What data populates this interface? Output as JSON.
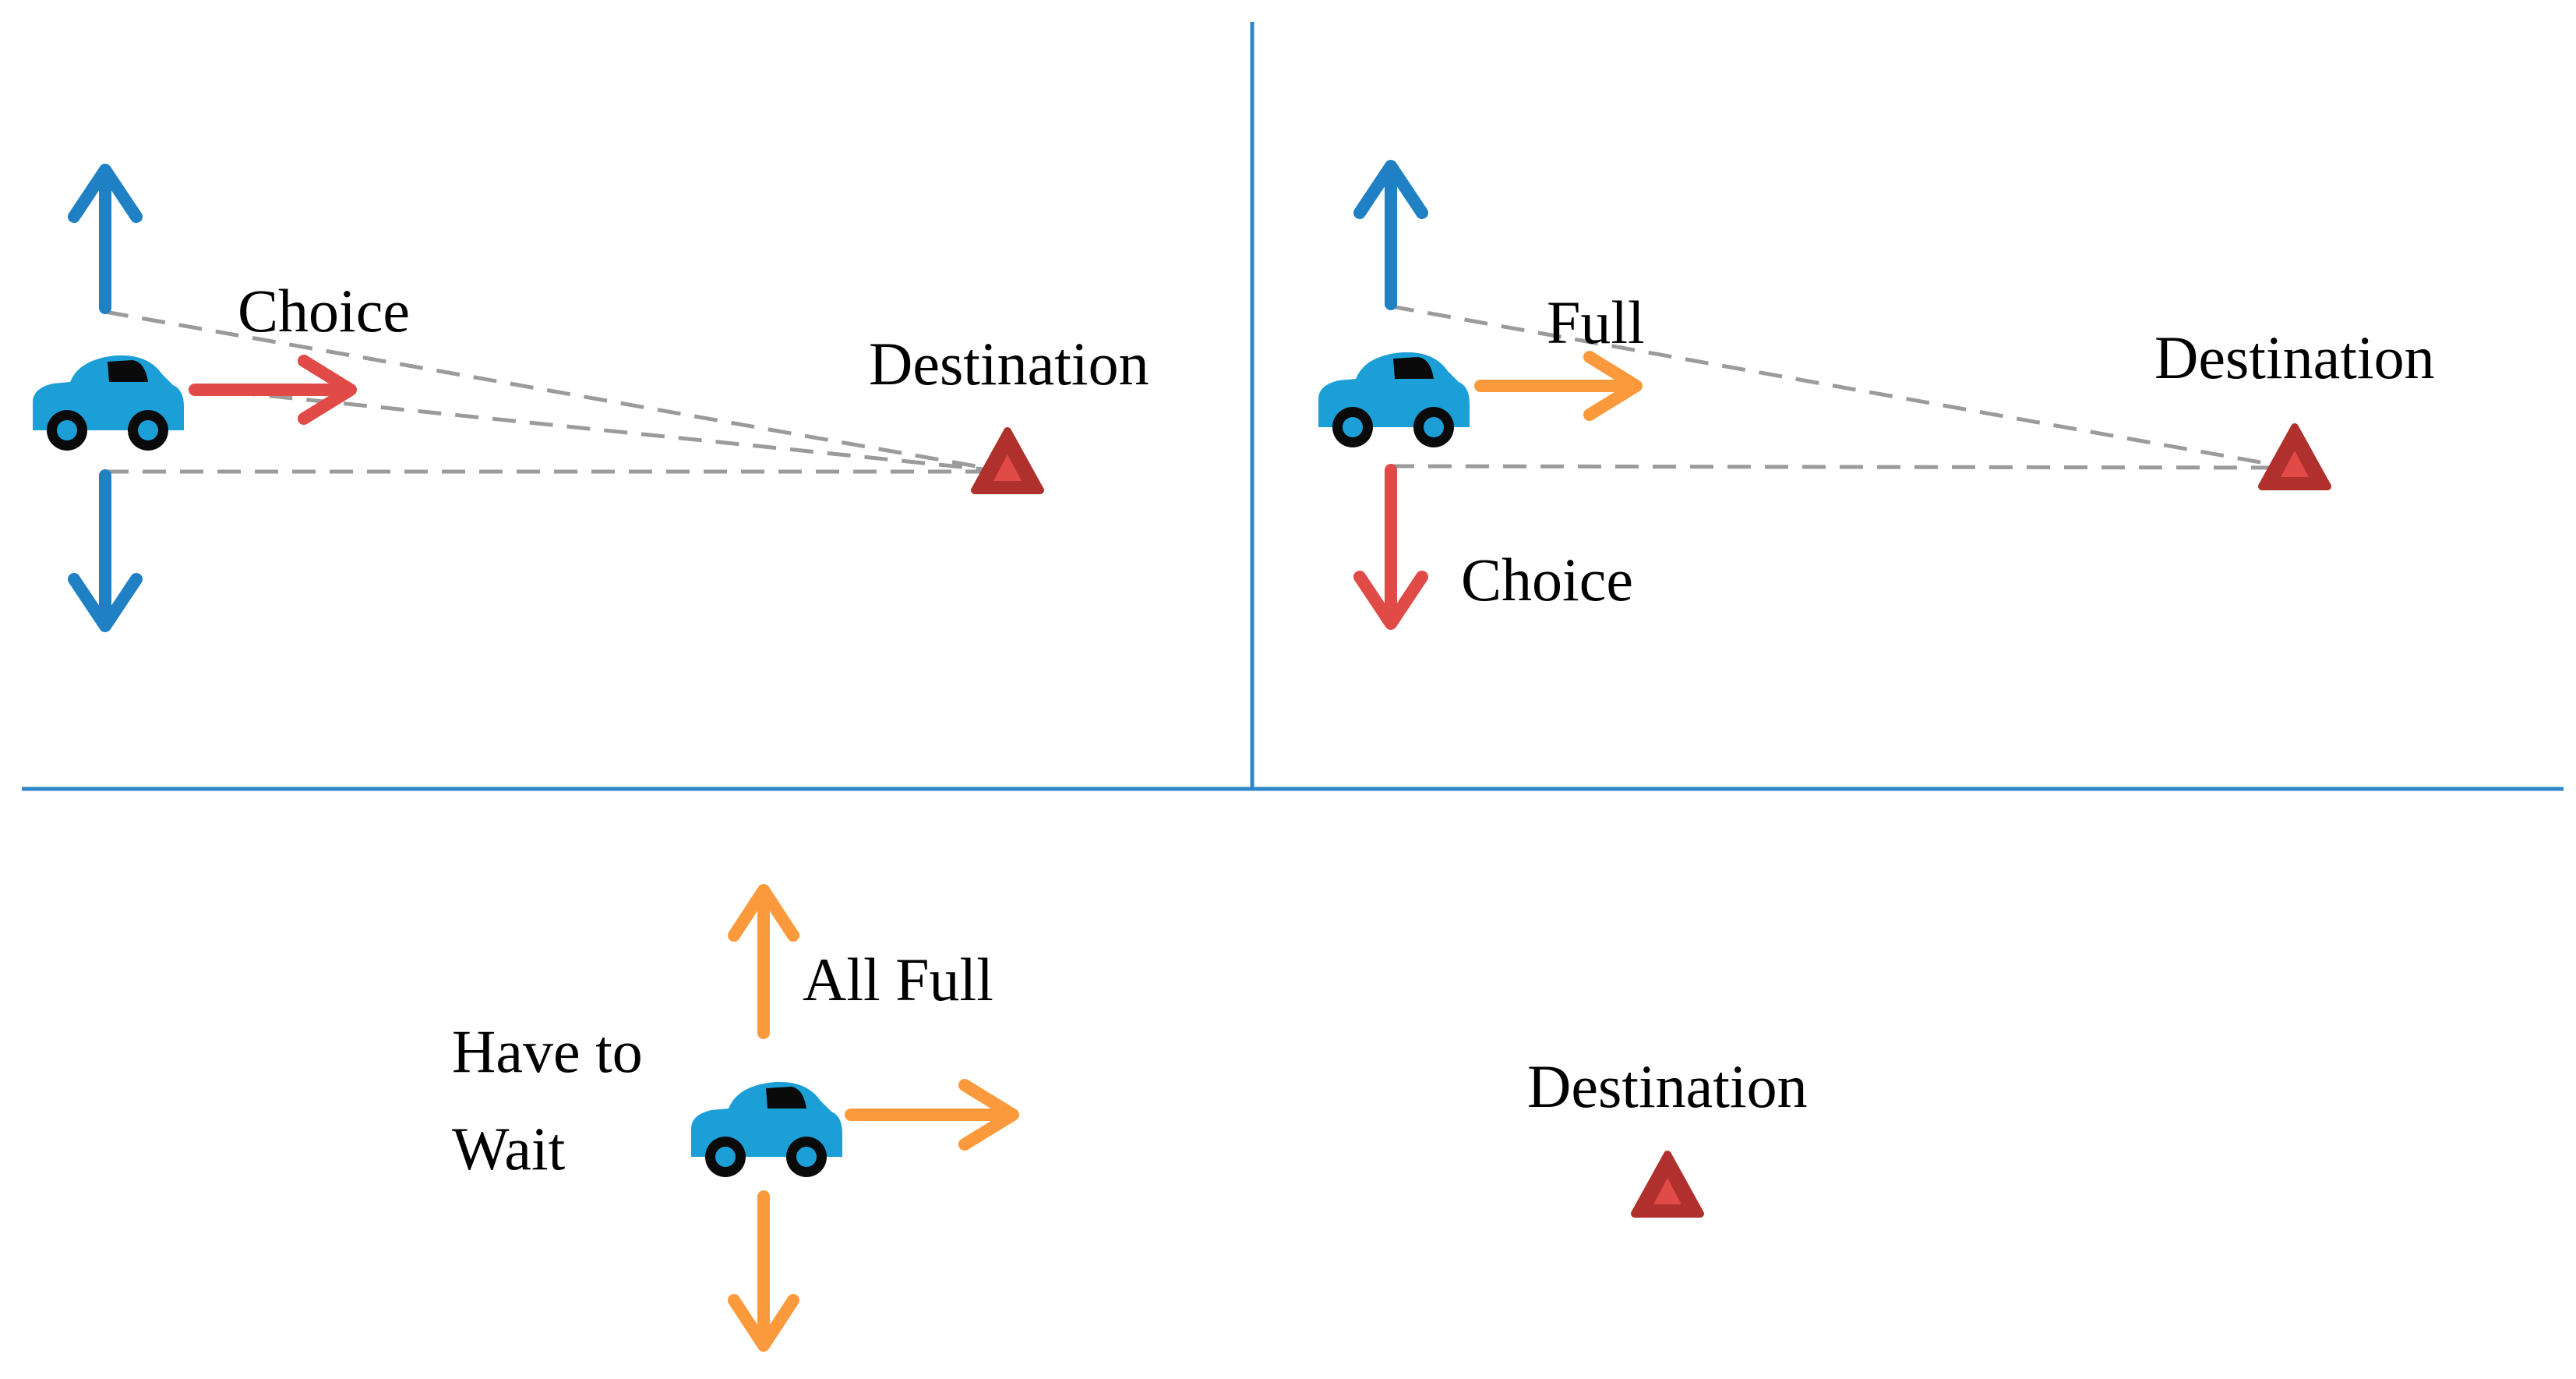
{
  "colors": {
    "divider": "#2e86c8",
    "blue_arrow": "#1f80c4",
    "red_arrow": "#e04a47",
    "orange_arrow": "#fb9a3c",
    "dashed_line": "#9b9b9b",
    "car_body": "#1c9fd7",
    "destination": "#b0302d"
  },
  "icons": {
    "vehicle": "car-icon",
    "destination": "triangle-marker-icon"
  },
  "panel_top_left": {
    "choice_label": "Choice",
    "destination_label": "Destination"
  },
  "panel_top_right": {
    "full_label": "Full",
    "choice_label": "Choice",
    "destination_label": "Destination"
  },
  "panel_bottom": {
    "all_full_label": "All Full",
    "wait_label_line1": "Have to",
    "wait_label_line2": "Wait",
    "destination_label": "Destination"
  }
}
